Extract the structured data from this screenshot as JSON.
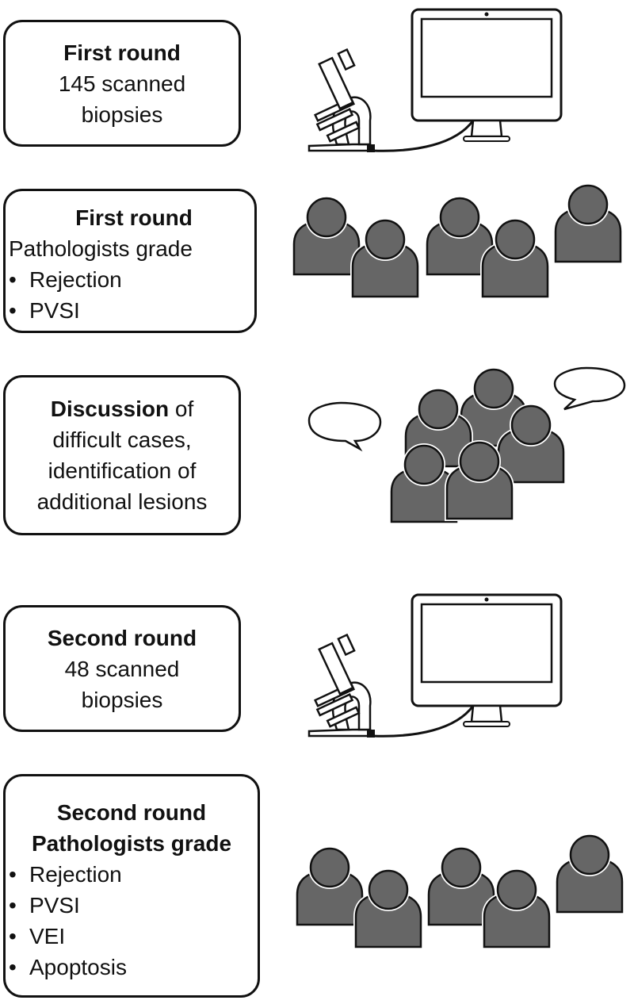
{
  "step1": {
    "title": "First round",
    "lines": [
      "145 scanned",
      "biopsies"
    ]
  },
  "step2": {
    "title": "First round",
    "subtitle": "Pathologists grade",
    "items": [
      "Rejection",
      "PVSI"
    ]
  },
  "step3": {
    "title": "Discussion",
    "title_suffix": " of",
    "lines": [
      "difficult cases,",
      "identification of",
      "additional lesions"
    ]
  },
  "step4": {
    "title": "Second round",
    "lines": [
      "48 scanned",
      "biopsies"
    ]
  },
  "step5": {
    "title": "Second round",
    "subtitle": "Pathologists grade",
    "items": [
      "Rejection",
      "PVSI",
      "VEI",
      "Apoptosis"
    ]
  },
  "icons": {
    "scanner_1": "microscope-computer-icon",
    "group_1": "pathologists-group-icon",
    "discussion": "discussion-group-icon",
    "scanner_2": "microscope-computer-icon",
    "group_2": "pathologists-group-icon"
  },
  "colors": {
    "person_fill": "#666666",
    "outline": "#111111",
    "background": "#ffffff"
  }
}
